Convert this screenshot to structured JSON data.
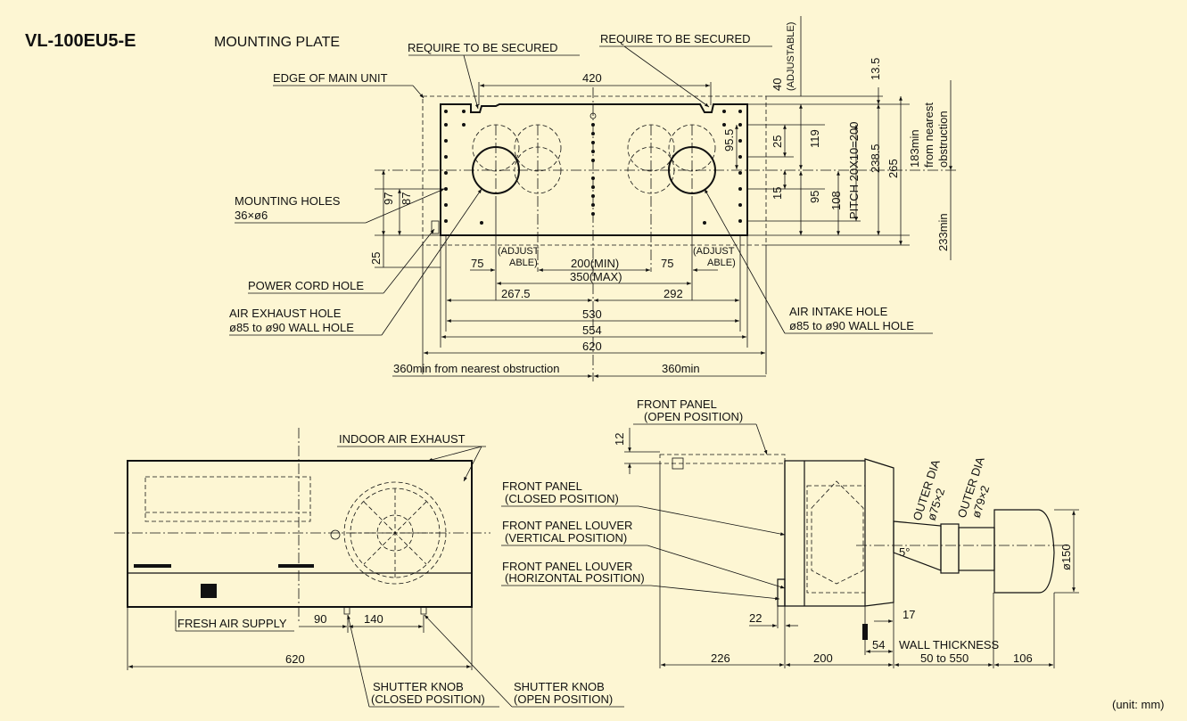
{
  "title": "VL-100EU5-E",
  "unit_note": "(unit: mm)",
  "mounting_plate": {
    "heading": "MOUNTING PLATE",
    "labels": {
      "require_secured_left": "REQUIRE TO BE SECURED",
      "require_secured_right": "REQUIRE TO BE SECURED",
      "edge_main_unit": "EDGE OF MAIN UNIT",
      "mounting_holes_1": "MOUNTING HOLES",
      "mounting_holes_2": "36×ø6",
      "power_cord_hole": "POWER CORD HOLE",
      "air_exhaust_1": "AIR EXHAUST HOLE",
      "air_exhaust_2": "ø85 to ø90 WALL HOLE",
      "air_intake_1": "AIR INTAKE HOLE",
      "air_intake_2": "ø85 to ø90 WALL HOLE",
      "adjust_left_1": "(ADJUST",
      "adjust_left_2": "ABLE)",
      "adjust_right_1": "(ADJUST",
      "adjust_right_2": "ABLE)",
      "adjustable_v": "(ADJUSTABLE)",
      "obstruction_183_1": "183min",
      "obstruction_183_2": "from nearest",
      "obstruction_183_3": "obstruction",
      "obstruction_233": "233min",
      "pitch": "PITCH 20X10=200",
      "left_360": "360min from nearest obstruction",
      "right_360": "360min"
    },
    "dims": {
      "d420": "420",
      "d40": "40",
      "d13_5": "13.5",
      "d95_5": "95.5",
      "d25a": "25",
      "d119": "119",
      "d238_5": "238.5",
      "d265": "265",
      "d15": "15",
      "d95": "95",
      "d108": "108",
      "d97": "97",
      "d87": "87",
      "d25b": "25",
      "d75a": "75",
      "d200min": "200(MIN)",
      "d75b": "75",
      "d350max": "350(MAX)",
      "d267_5": "267.5",
      "d292": "292",
      "d530": "530",
      "d554": "554",
      "d620": "620"
    }
  },
  "front_view": {
    "indoor_air_exhaust": "INDOOR AIR EXHAUST",
    "fresh_air_supply": "FRESH AIR SUPPLY",
    "d90": "90",
    "d140": "140",
    "d620": "620",
    "shutter_closed_1": "SHUTTER KNOB",
    "shutter_closed_2": "(CLOSED POSITION)",
    "shutter_open_1": "SHUTTER KNOB",
    "shutter_open_2": "(OPEN POSITION)"
  },
  "side_view": {
    "front_panel_open_1": "FRONT PANEL",
    "front_panel_open_2": "(OPEN POSITION)",
    "front_panel_closed_1": "FRONT PANEL",
    "front_panel_closed_2": "(CLOSED POSITION)",
    "louver_vertical_1": "FRONT PANEL LOUVER",
    "louver_vertical_2": "(VERTICAL POSITION)",
    "louver_horizontal_1": "FRONT PANEL LOUVER",
    "louver_horizontal_2": "(HORIZONTAL POSITION)",
    "outer_dia_1a": "OUTER DIA",
    "outer_dia_1b": "ø75×2",
    "outer_dia_2a": "OUTER DIA",
    "outer_dia_2b": "ø79×2",
    "angle": "5°",
    "d12": "12",
    "d22": "22",
    "d17": "17",
    "d54": "54",
    "d226": "226",
    "d200": "200",
    "d106": "106",
    "d150": "ø150",
    "wall_thickness_1": "WALL THICKNESS",
    "wall_thickness_2": "50 to 550"
  }
}
